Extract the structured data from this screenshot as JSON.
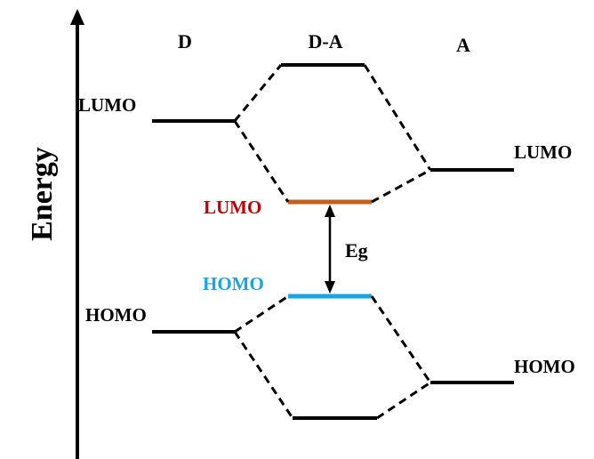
{
  "axis": {
    "label": "Energy"
  },
  "columns": {
    "donor": "D",
    "complex": "D-A",
    "acceptor": "A"
  },
  "levels": {
    "donor_lumo": "LUMO",
    "donor_homo": "HOMO",
    "complex_lumo": "LUMO",
    "complex_homo": "HOMO",
    "acceptor_lumo": "LUMO",
    "acceptor_homo": "HOMO"
  },
  "gap": {
    "label": "Eg"
  },
  "colors": {
    "line": "#000000",
    "complex_lumo": "#c0601a",
    "complex_lumo_text": "#c00000",
    "complex_homo": "#19a6e0",
    "complex_homo_text": "#19a6e0"
  }
}
